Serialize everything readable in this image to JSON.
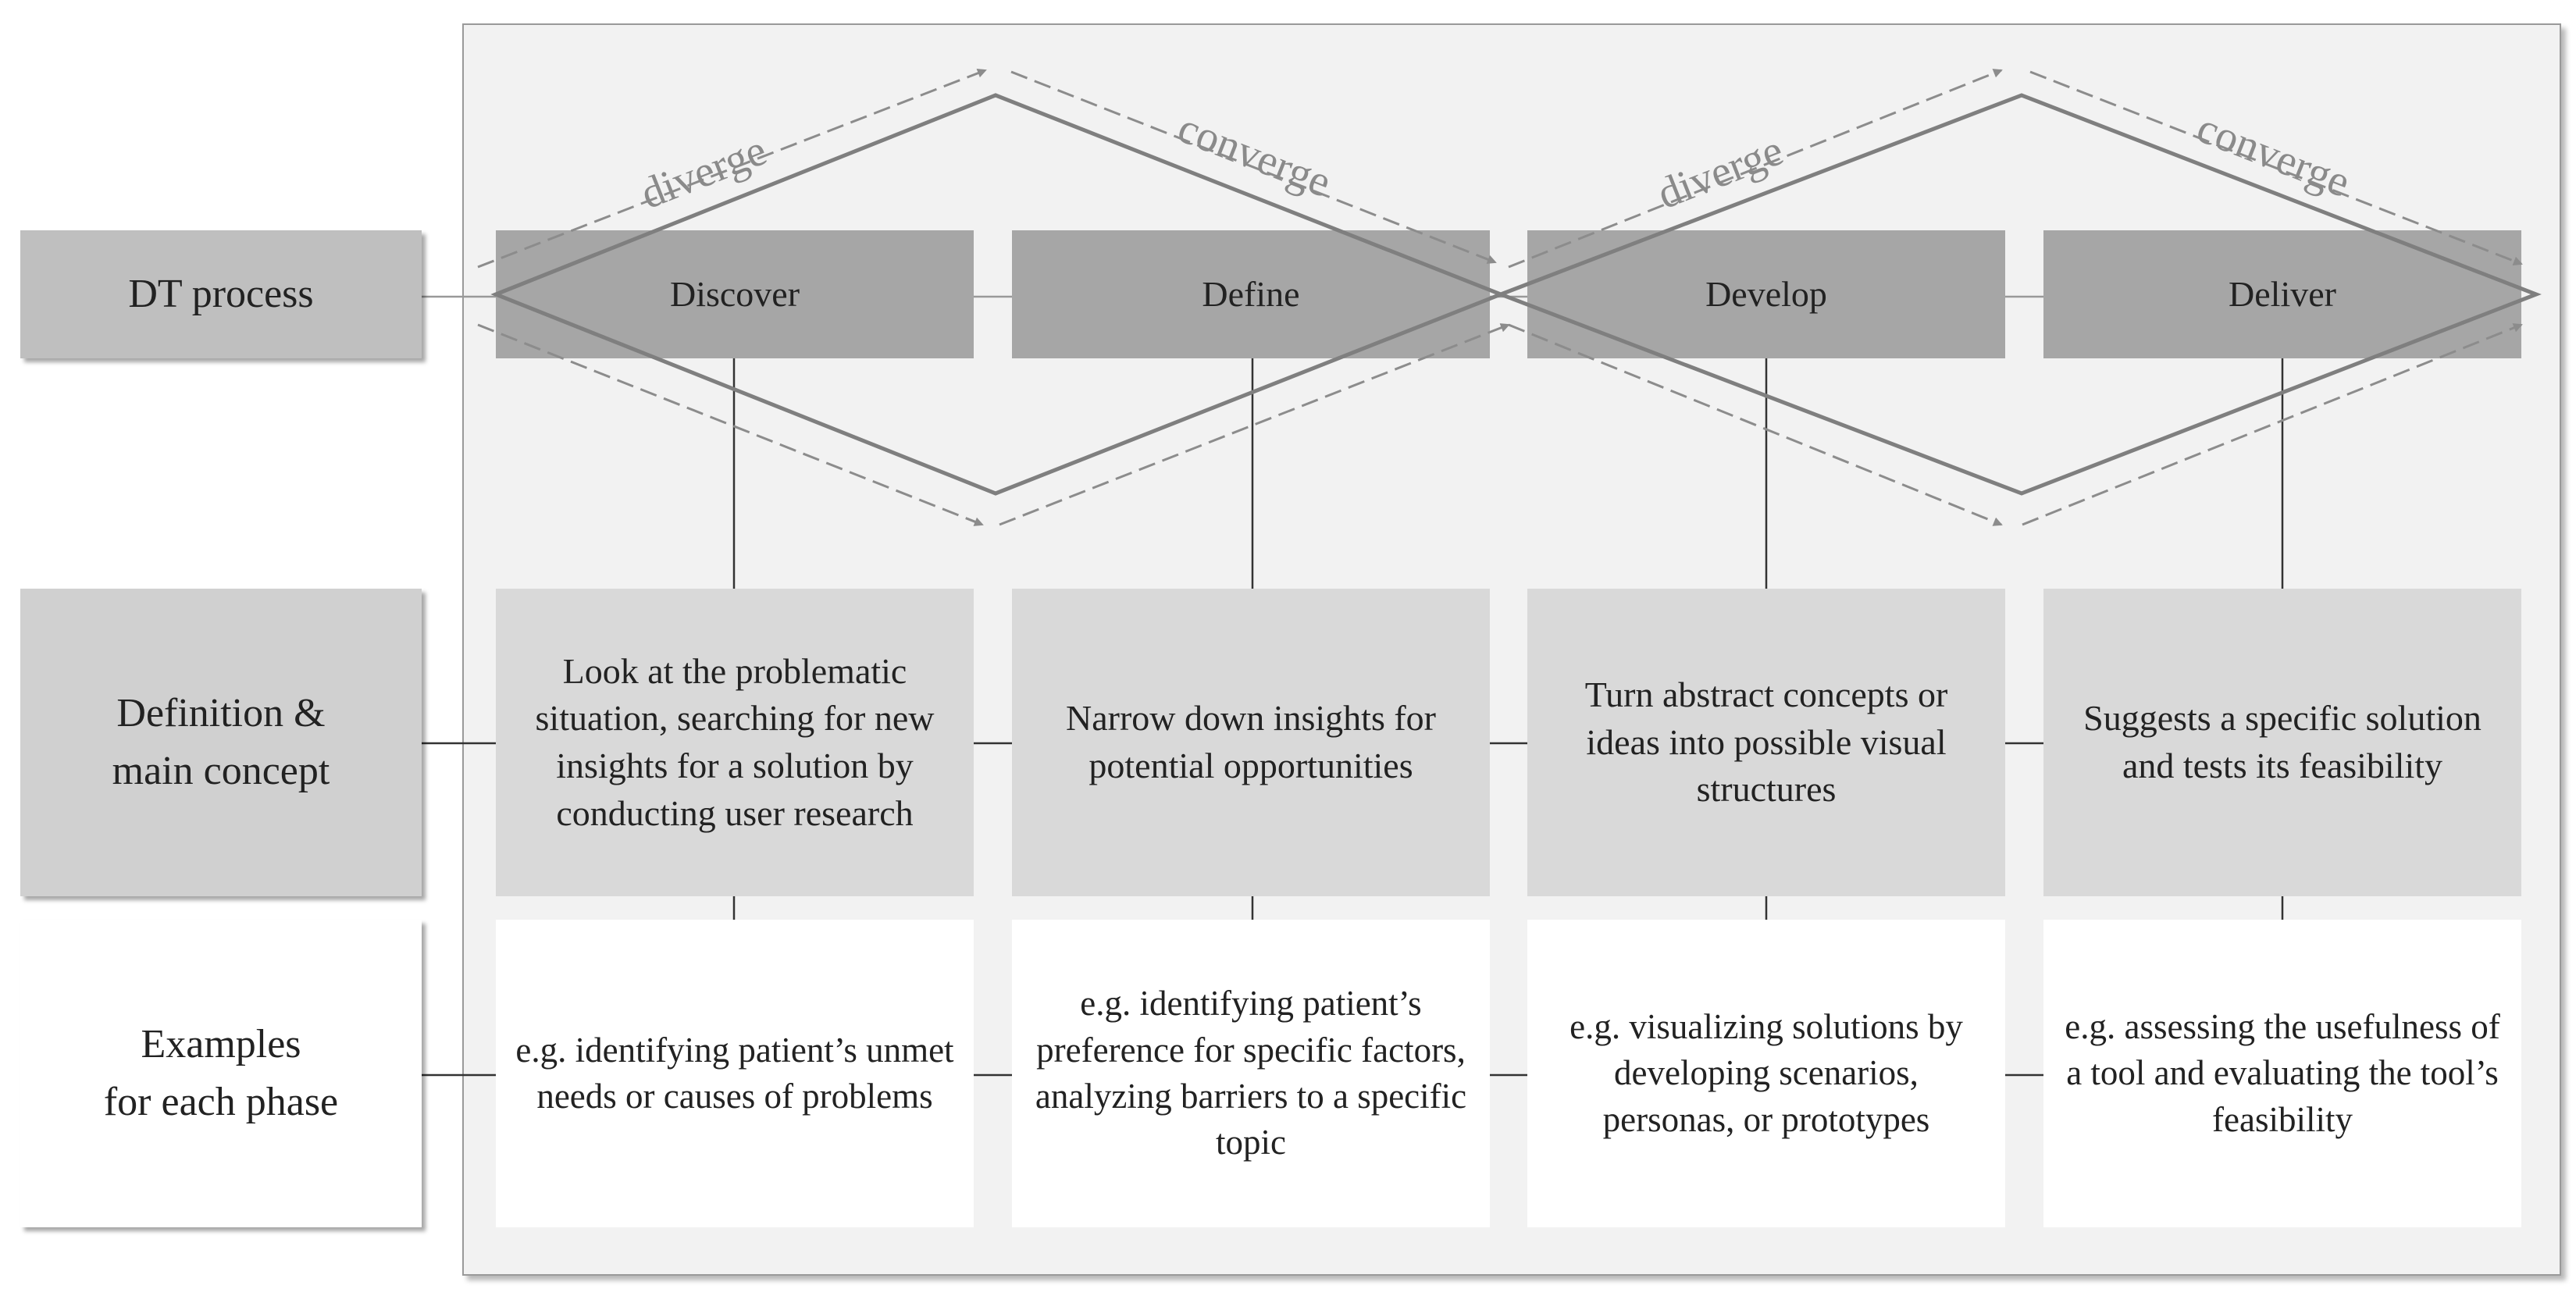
{
  "row_labels": {
    "dt_process": "DT process",
    "definition": "Definition &\nmain concept",
    "examples": "Examples\nfor each phase"
  },
  "arrow_labels": [
    "diverge",
    "converge",
    "diverge",
    "converge"
  ],
  "phases": [
    {
      "name": "Discover",
      "definition": "Look at the problematic situation, searching for new insights for a solution by conducting user research",
      "example": "e.g. identifying patient’s unmet needs or causes of problems"
    },
    {
      "name": "Define",
      "definition": "Narrow down insights for potential opportunities",
      "example": "e.g. identifying patient’s preference for specific factors, analyzing barriers to a specific topic"
    },
    {
      "name": "Develop",
      "definition": "Turn abstract concepts or ideas into possible visual structures",
      "example": "e.g. visualizing solutions by developing scenarios, personas, or prototypes"
    },
    {
      "name": "Deliver",
      "definition": "Suggests a specific solution and tests its feasibility",
      "example": "e.g. assessing the usefulness of a tool and evaluating the tool’s feasibility"
    }
  ],
  "colors": {
    "panel": "#f2f2f2",
    "phase_box": "#a6a6a6",
    "definition_box": "#d9d9d9",
    "example_box": "#ffffff",
    "diamond_stroke": "#7f7f7f",
    "dashed_arrow": "#8c8c8c"
  }
}
